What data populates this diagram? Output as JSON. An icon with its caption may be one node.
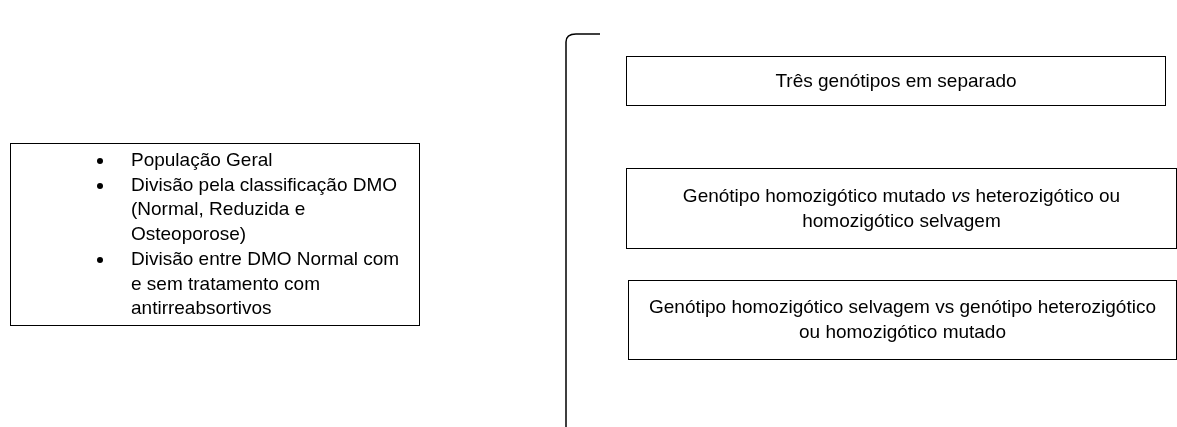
{
  "diagram": {
    "nodes": [
      {
        "text": [
          "População Geral",
          "Divisão pela classificação DMO (Normal, Reduzida e Osteoporose)",
          "Divisão entre DMO Normal com e sem tratamento com antirreabsortivos"
        ]
      },
      {
        "text": [
          "Três genótipos em separado"
        ]
      },
      {
        "text": [
          "Genótipo homozigótico mutado *vs* heterozigótico ou homozigótico selvagem"
        ]
      },
      {
        "text": [
          "Genótipo homozigótico selvagem vs genótipo heterozigótico ou homozigótico mutado"
        ]
      }
    ]
  }
}
